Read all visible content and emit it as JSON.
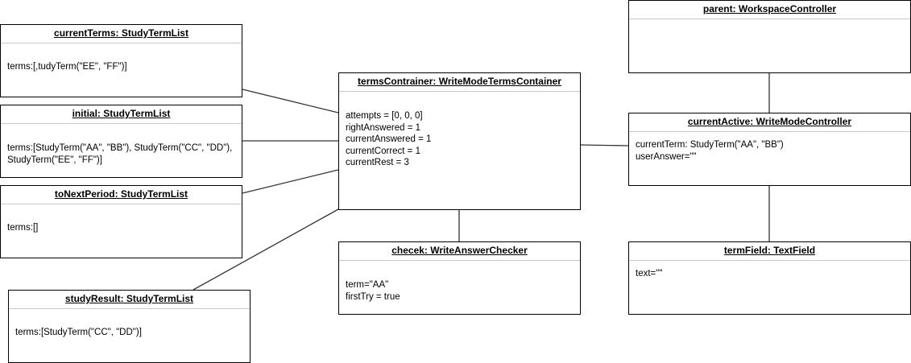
{
  "objects": {
    "currentTerms": {
      "title": "currentTerms: StudyTermList",
      "body": "terms:[,tudyTerm(\"EE\", \"FF\")]"
    },
    "initial": {
      "title": "initial: StudyTermList",
      "body": "terms:[StudyTerm(\"AA\", \"BB\"), StudyTerm(\"CC\", \"DD\"),\nStudyTerm(\"EE\", \"FF\")]"
    },
    "toNextPeriod": {
      "title": "toNextPeriod: StudyTermList",
      "body": "terms:[]"
    },
    "studyResult": {
      "title": "studyResult: StudyTermList",
      "body": "terms:[StudyTerm(\"CC\", \"DD\")]"
    },
    "termsContrainer": {
      "title": "termsContrainer: WriteModeTermsContainer",
      "body": "attempts = [0, 0, 0]\nrightAnswered = 1\ncurrentAnswered = 1\ncurrentCorrect = 1\ncurrentRest = 3"
    },
    "checek": {
      "title": "checek: WriteAnswerChecker",
      "body": "term=\"AA\"\nfirstTry = true"
    },
    "parent": {
      "title": "parent: WorkspaceController",
      "body": ""
    },
    "currentActive": {
      "title": "currentActive: WriteModeController",
      "body": "currentTerm: StudyTerm(\"AA\", \"BB\")\nuserAnswer=\"\""
    },
    "termField": {
      "title": "termField: TextField",
      "body": "text=\"\""
    }
  },
  "colors": {
    "border": "#000000",
    "header_divider": "#c8c8c8",
    "connector": "#333333",
    "background": "#ffffff"
  }
}
